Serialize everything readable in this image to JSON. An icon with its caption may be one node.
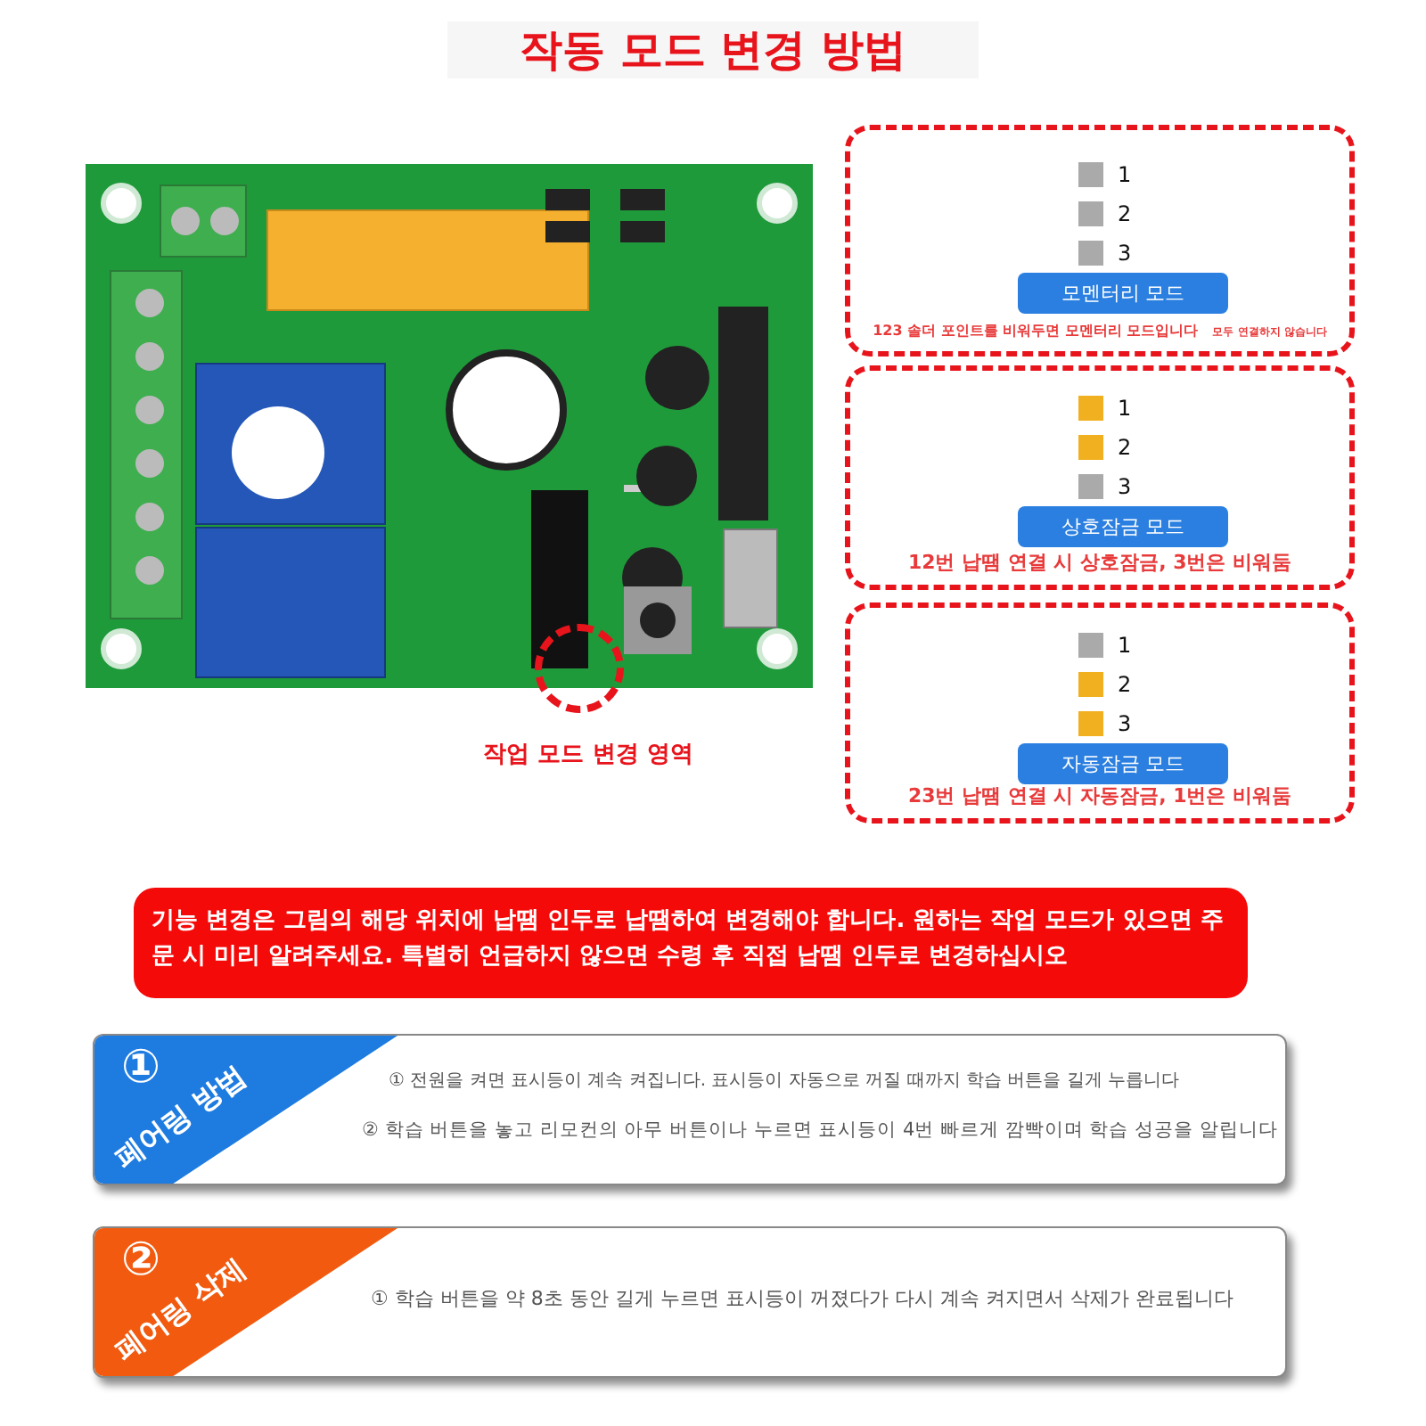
{
  "diagram": {
    "title": "작동 모드 변경 방법",
    "nodes": [
      {
        "text": [],
        "shape": "picture"
      },
      {
        "text": [],
        "shape": "circle",
        "beside": [
          "작업 모드 변경 영역"
        ]
      },
      {
        "text": [
          "123 솔더 포인트를 비워두면 모멘터리 모드입니다",
          "모두 연결하지 않습니다"
        ]
      },
      {
        "text": [
          "1"
        ],
        "in": 2
      },
      {
        "text": [
          "2"
        ],
        "in": 2
      },
      {
        "text": [
          "3"
        ],
        "in": 2
      },
      {
        "text": [
          "모멘터리 모드"
        ],
        "in": 2
      },
      {
        "text": [
          "12번 납땜 연결 시 상호잠금, 3번은 비워둠"
        ]
      },
      {
        "text": [
          "1"
        ],
        "in": 7
      },
      {
        "text": [
          "2"
        ],
        "in": 7
      },
      {
        "text": [
          "3"
        ],
        "in": 7
      },
      {
        "text": [
          "상호잠금 모드"
        ],
        "in": 7
      },
      {
        "text": [
          "23번 납땜 연결 시 자동잠금, 1번은 비워둠"
        ]
      },
      {
        "text": [
          "1"
        ],
        "in": 12
      },
      {
        "text": [
          "2"
        ],
        "in": 12
      },
      {
        "text": [
          "3"
        ],
        "in": 12
      },
      {
        "text": [
          "자동잠금 모드"
        ],
        "in": 12
      },
      {
        "text": [
          "기능 변경은 그림의 해당 위치에 납땜 인두로 납땜하여 변경해야 합니다. 원하는 작업 모드가 있으면 주문 시 미리 알려주세요. 특별히 언급하지 않으면 수령 후 직접 납땜 인두로 변경하십시오"
        ]
      },
      {
        "text": [
          "① 전원을 켜면 표시등이 계속 켜집니다. 표시등이 자동으로 꺼질 때까지 학습 버튼을 길게 누릅니다",
          "② 학습 버튼을 놓고 리모컨의 아무 버튼이나 누르면 표시등이 4번 빠르게 깜빡이며 학습 성공을 알립니다"
        ]
      },
      {
        "text": [
          "①",
          "페어링 방법"
        ],
        "in": 18
      },
      {
        "text": [
          "① 학습 버튼을 약 8초 동안 길게 누르면 표시등이 꺼졌다가 다시 계속 켜지면서 삭제가 완료됩니다"
        ]
      },
      {
        "text": [
          "②",
          "페어링 삭제"
        ],
        "in": 20
      }
    ],
    "edges": []
  }
}
